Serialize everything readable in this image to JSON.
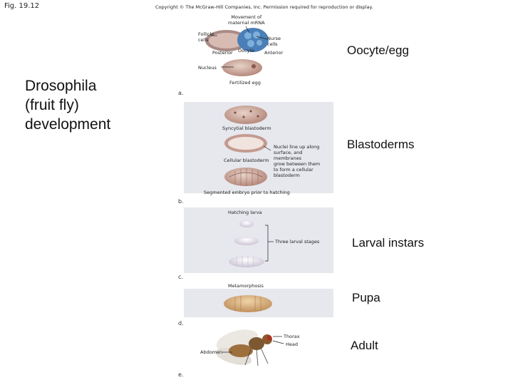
{
  "fig_label": "Fig. 19.12",
  "copyright": "Copyright © The McGraw-Hill Companies, Inc. Permission required for reproduction or display.",
  "main_title_lines": [
    "Drosophila",
    "(fruit fly)",
    "development"
  ],
  "stages": {
    "oocyte": "Oocyte/egg",
    "blastoderms": "Blastoderms",
    "larval": "Larval instars",
    "pupa": "Pupa",
    "adult": "Adult"
  },
  "panel_a": {
    "letter": "a.",
    "movement_lines": [
      "Movement of",
      "maternal mRNA"
    ],
    "follicle_lines": [
      "Follicle",
      "cells"
    ],
    "nurse_lines": [
      "Nurse",
      "cells"
    ],
    "posterior": "Posterior",
    "oocyte": "Oocyte",
    "anterior": "Anterior",
    "nucleus": "Nucleus",
    "fertilized": "Fertilized egg"
  },
  "panel_b": {
    "letter": "b.",
    "syncytial": "Syncytial blastoderm",
    "cellular": "Cellular blastoderm",
    "nuclei_lines": [
      "Nuclei line up along",
      "surface, and",
      "membranes",
      "grow between them",
      "to form a cellular",
      "blastoderm"
    ],
    "segmented": "Segmented embryo prior to hatching"
  },
  "panel_c": {
    "letter": "c.",
    "hatching": "Hatching larva",
    "three": "Three larval stages"
  },
  "panel_d": {
    "letter": "d.",
    "metamorphosis": "Metamorphosis"
  },
  "panel_e": {
    "letter": "e.",
    "thorax": "Thorax",
    "head": "Head",
    "abdomen": "Abdomen"
  },
  "colors": {
    "panel": "#e6e8ee",
    "egg": "#c9a69a",
    "nurse_blue": "#4a7fb8",
    "larva": "#e9e4ee",
    "pupa": "#d9b384",
    "fly_body": "#9c6f3c"
  }
}
